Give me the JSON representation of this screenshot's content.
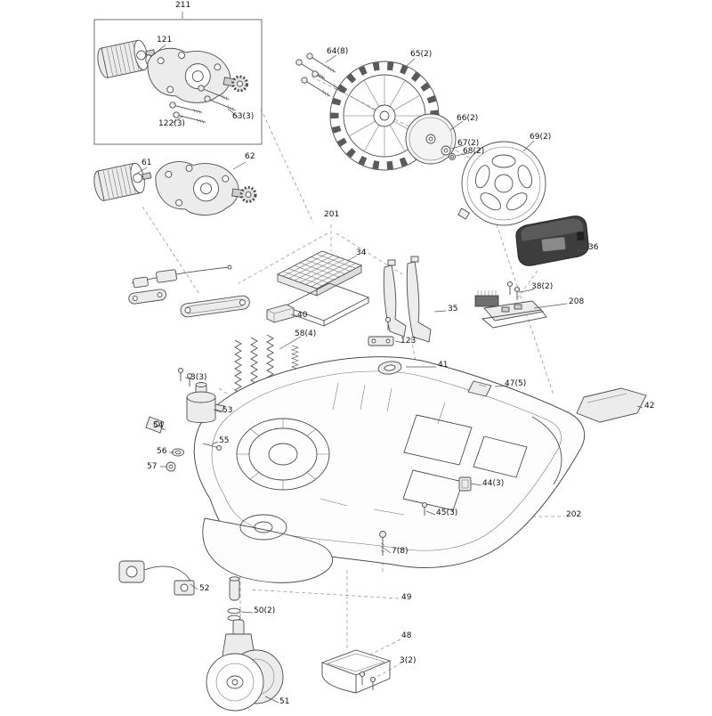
{
  "diagram": {
    "type": "exploded-parts-diagram",
    "colors": {
      "background": "#ffffff",
      "line": "#4d4d4d",
      "label_text": "#111111"
    },
    "parts": [
      {
        "label": "211"
      },
      {
        "label": "121"
      },
      {
        "label": "122(3)"
      },
      {
        "label": "63(3)"
      },
      {
        "label": "61"
      },
      {
        "label": "62"
      },
      {
        "label": "64(8)"
      },
      {
        "label": "65(2)"
      },
      {
        "label": "66(2)"
      },
      {
        "label": "67(2)"
      },
      {
        "label": "68(2)"
      },
      {
        "label": "69(2)"
      },
      {
        "label": "201"
      },
      {
        "label": "34"
      },
      {
        "label": "36"
      },
      {
        "label": "38(2)"
      },
      {
        "label": "208"
      },
      {
        "label": "40"
      },
      {
        "label": "35"
      },
      {
        "label": "58(4)"
      },
      {
        "label": "123"
      },
      {
        "label": "41"
      },
      {
        "label": "47(5)"
      },
      {
        "label": "42"
      },
      {
        "label": "3(3)"
      },
      {
        "label": "53"
      },
      {
        "label": "54"
      },
      {
        "label": "55"
      },
      {
        "label": "56"
      },
      {
        "label": "57"
      },
      {
        "label": "44(3)"
      },
      {
        "label": "45(3)"
      },
      {
        "label": "202"
      },
      {
        "label": "7(8)"
      },
      {
        "label": "52"
      },
      {
        "label": "49"
      },
      {
        "label": "50(2)"
      },
      {
        "label": "48"
      },
      {
        "label": "3(2)"
      },
      {
        "label": "51"
      }
    ]
  }
}
